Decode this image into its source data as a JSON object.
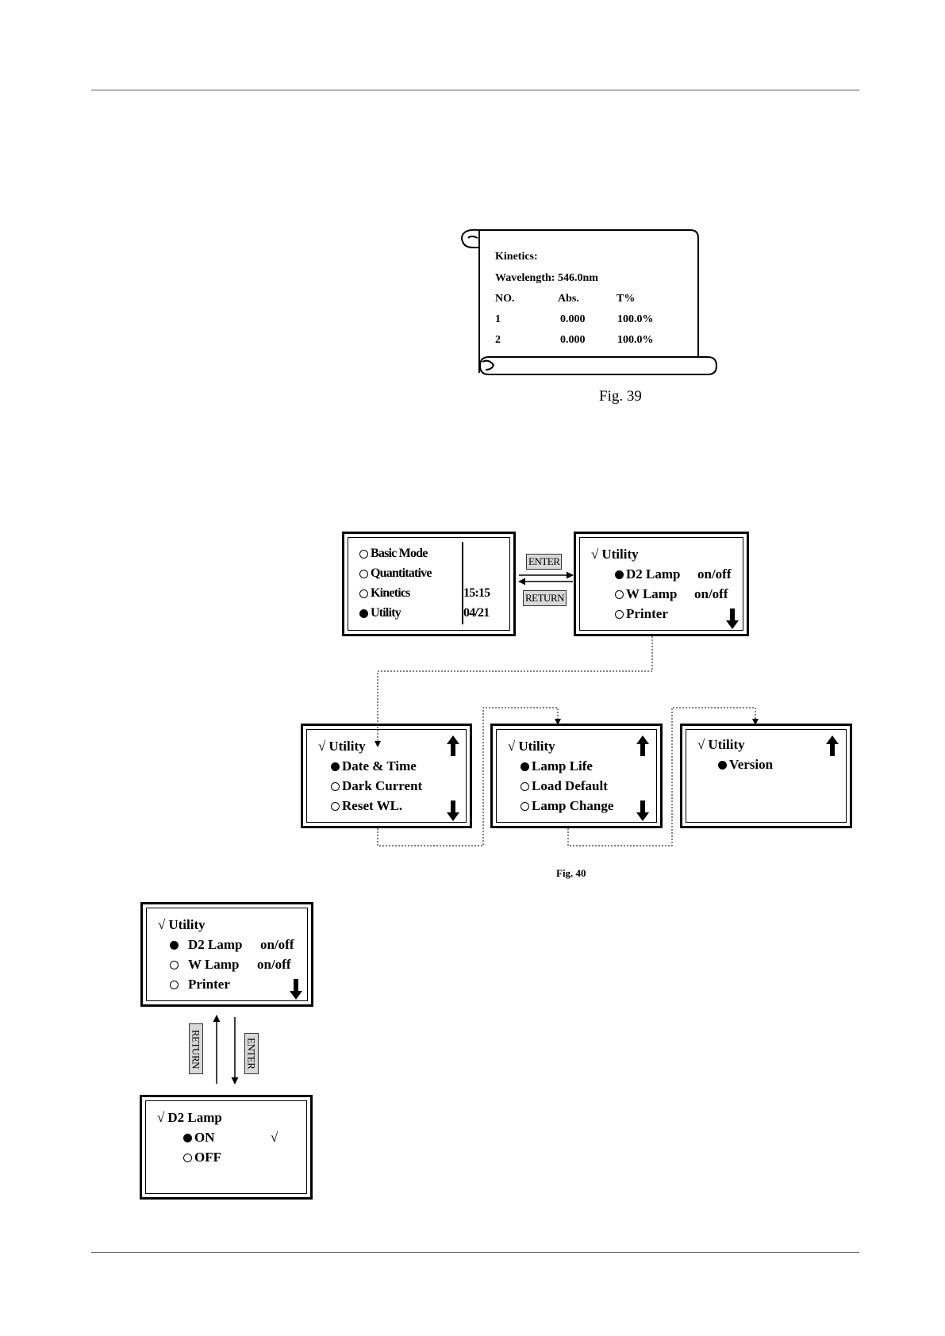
{
  "fig39": {
    "printout": {
      "title": "Kinetics:",
      "wavelength": "Wavelength: 546.0nm",
      "headers": [
        "NO.",
        "Abs.",
        "T%"
      ],
      "rows": [
        [
          "1",
          "0.000",
          "100.0%"
        ],
        [
          "2",
          "0.000",
          "100.0%"
        ]
      ]
    },
    "caption": "Fig. 39"
  },
  "fig40": {
    "main_menu": {
      "items": [
        {
          "label": "Basic Mode",
          "selected": false
        },
        {
          "label": "Quantitative",
          "selected": false
        },
        {
          "label": "Kinetics",
          "selected": false
        },
        {
          "label": "Utility",
          "selected": true
        }
      ],
      "time": "15:15",
      "date": "04/21"
    },
    "keys": {
      "enter": "ENTER",
      "return": "RETURN"
    },
    "utility_page1": {
      "title": "Utility",
      "items": [
        {
          "label": "D2 Lamp",
          "value": "on/off",
          "selected": true
        },
        {
          "label": "W Lamp",
          "value": "on/off",
          "selected": false
        },
        {
          "label": "Printer",
          "value": "",
          "selected": false
        }
      ]
    },
    "utility_page2": {
      "title": "Utility",
      "items": [
        {
          "label": "Date & Time",
          "selected": true
        },
        {
          "label": "Dark Current",
          "selected": false
        },
        {
          "label": "Reset WL.",
          "selected": false
        }
      ]
    },
    "utility_page3": {
      "title": "Utility",
      "items": [
        {
          "label": "Lamp Life",
          "selected": true
        },
        {
          "label": "Load Default",
          "selected": false
        },
        {
          "label": "Lamp Change",
          "selected": false
        }
      ]
    },
    "utility_page4": {
      "title": "Utility",
      "items": [
        {
          "label": "Version",
          "selected": true
        }
      ]
    },
    "caption": "Fig. 40"
  },
  "fig41": {
    "utility_screen": {
      "title": "Utility",
      "items": [
        {
          "label": "D2 Lamp",
          "value": "on/off",
          "selected": true
        },
        {
          "label": "W Lamp",
          "value": "on/off",
          "selected": false
        },
        {
          "label": "Printer",
          "value": "",
          "selected": false
        }
      ]
    },
    "keys": {
      "return": "RETURN",
      "enter": "ENTER"
    },
    "d2_screen": {
      "title": "D2 Lamp",
      "items": [
        {
          "label": "ON",
          "selected": true,
          "mark": "√"
        },
        {
          "label": "OFF",
          "selected": false,
          "mark": ""
        }
      ]
    }
  },
  "check_mark": "√"
}
